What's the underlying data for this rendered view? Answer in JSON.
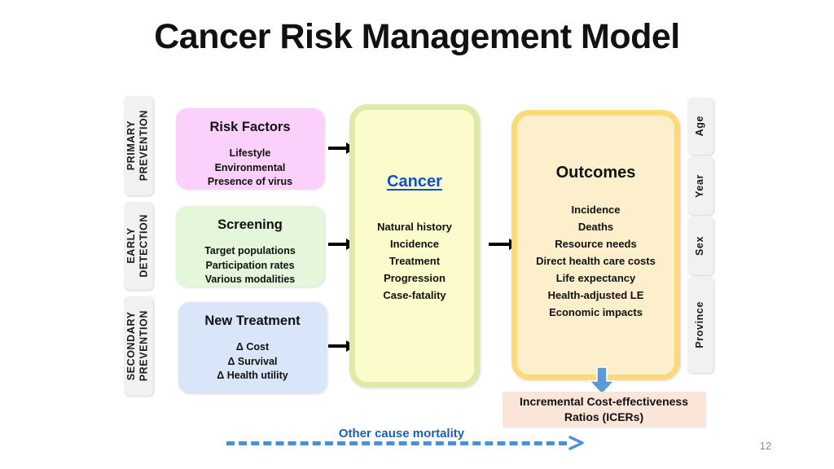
{
  "slide": {
    "title": "Cancer Risk Management Model",
    "page_number": "12"
  },
  "left_tabs": [
    {
      "name": "primary-prevention",
      "label": "PRIMARY\nPREVENTION"
    },
    {
      "name": "early-detection",
      "label": "EARLY\nDETECTION"
    },
    {
      "name": "secondary-prevention",
      "label": "SECONDARY\nPREVENTION"
    }
  ],
  "right_tabs": [
    {
      "name": "age",
      "label": "Age"
    },
    {
      "name": "year",
      "label": "Year"
    },
    {
      "name": "sex",
      "label": "Sex"
    },
    {
      "name": "province",
      "label": "Province"
    }
  ],
  "driver_boxes": [
    {
      "name": "risk-factors",
      "title": "Risk Factors",
      "items": "Lifestyle\nEnvironmental\nPresence of virus",
      "fill": "#fbd0fb"
    },
    {
      "name": "screening",
      "title": "Screening",
      "items": "Target populations\nParticipation rates\nVarious modalities",
      "fill": "#e4f7da"
    },
    {
      "name": "new-treatment",
      "title": "New Treatment",
      "items": "Δ Cost\nΔ Survival\nΔ Health utility",
      "fill": "#d9e5f9"
    }
  ],
  "cancer_panel": {
    "name": "cancer",
    "title": "Cancer",
    "items": "Natural history\nIncidence\nTreatment\nProgression\nCase-fatality",
    "fill": "#fbfbcc",
    "border": "#e0e9a8"
  },
  "outcomes_panel": {
    "name": "outcomes",
    "title": "Outcomes",
    "items": "Incidence\nDeaths\nResource needs\nDirect health care costs\nLife expectancy\nHealth-adjusted LE\nEconomic impacts",
    "fill": "#fdefcc",
    "border": "#fcd97a"
  },
  "icer_box": {
    "name": "icer",
    "text": "Incremental Cost-effectiveness\nRatios (ICERs)",
    "fill": "#fbe4d8"
  },
  "other_cause": {
    "label": "Other cause mortality",
    "color": "#1f5fa8",
    "dash_color": "#4a90d9"
  },
  "colors": {
    "arrow_black": "#000000",
    "down_arrow_blue": "#5b9bd5",
    "tab_gray": "#f1f1f1"
  }
}
